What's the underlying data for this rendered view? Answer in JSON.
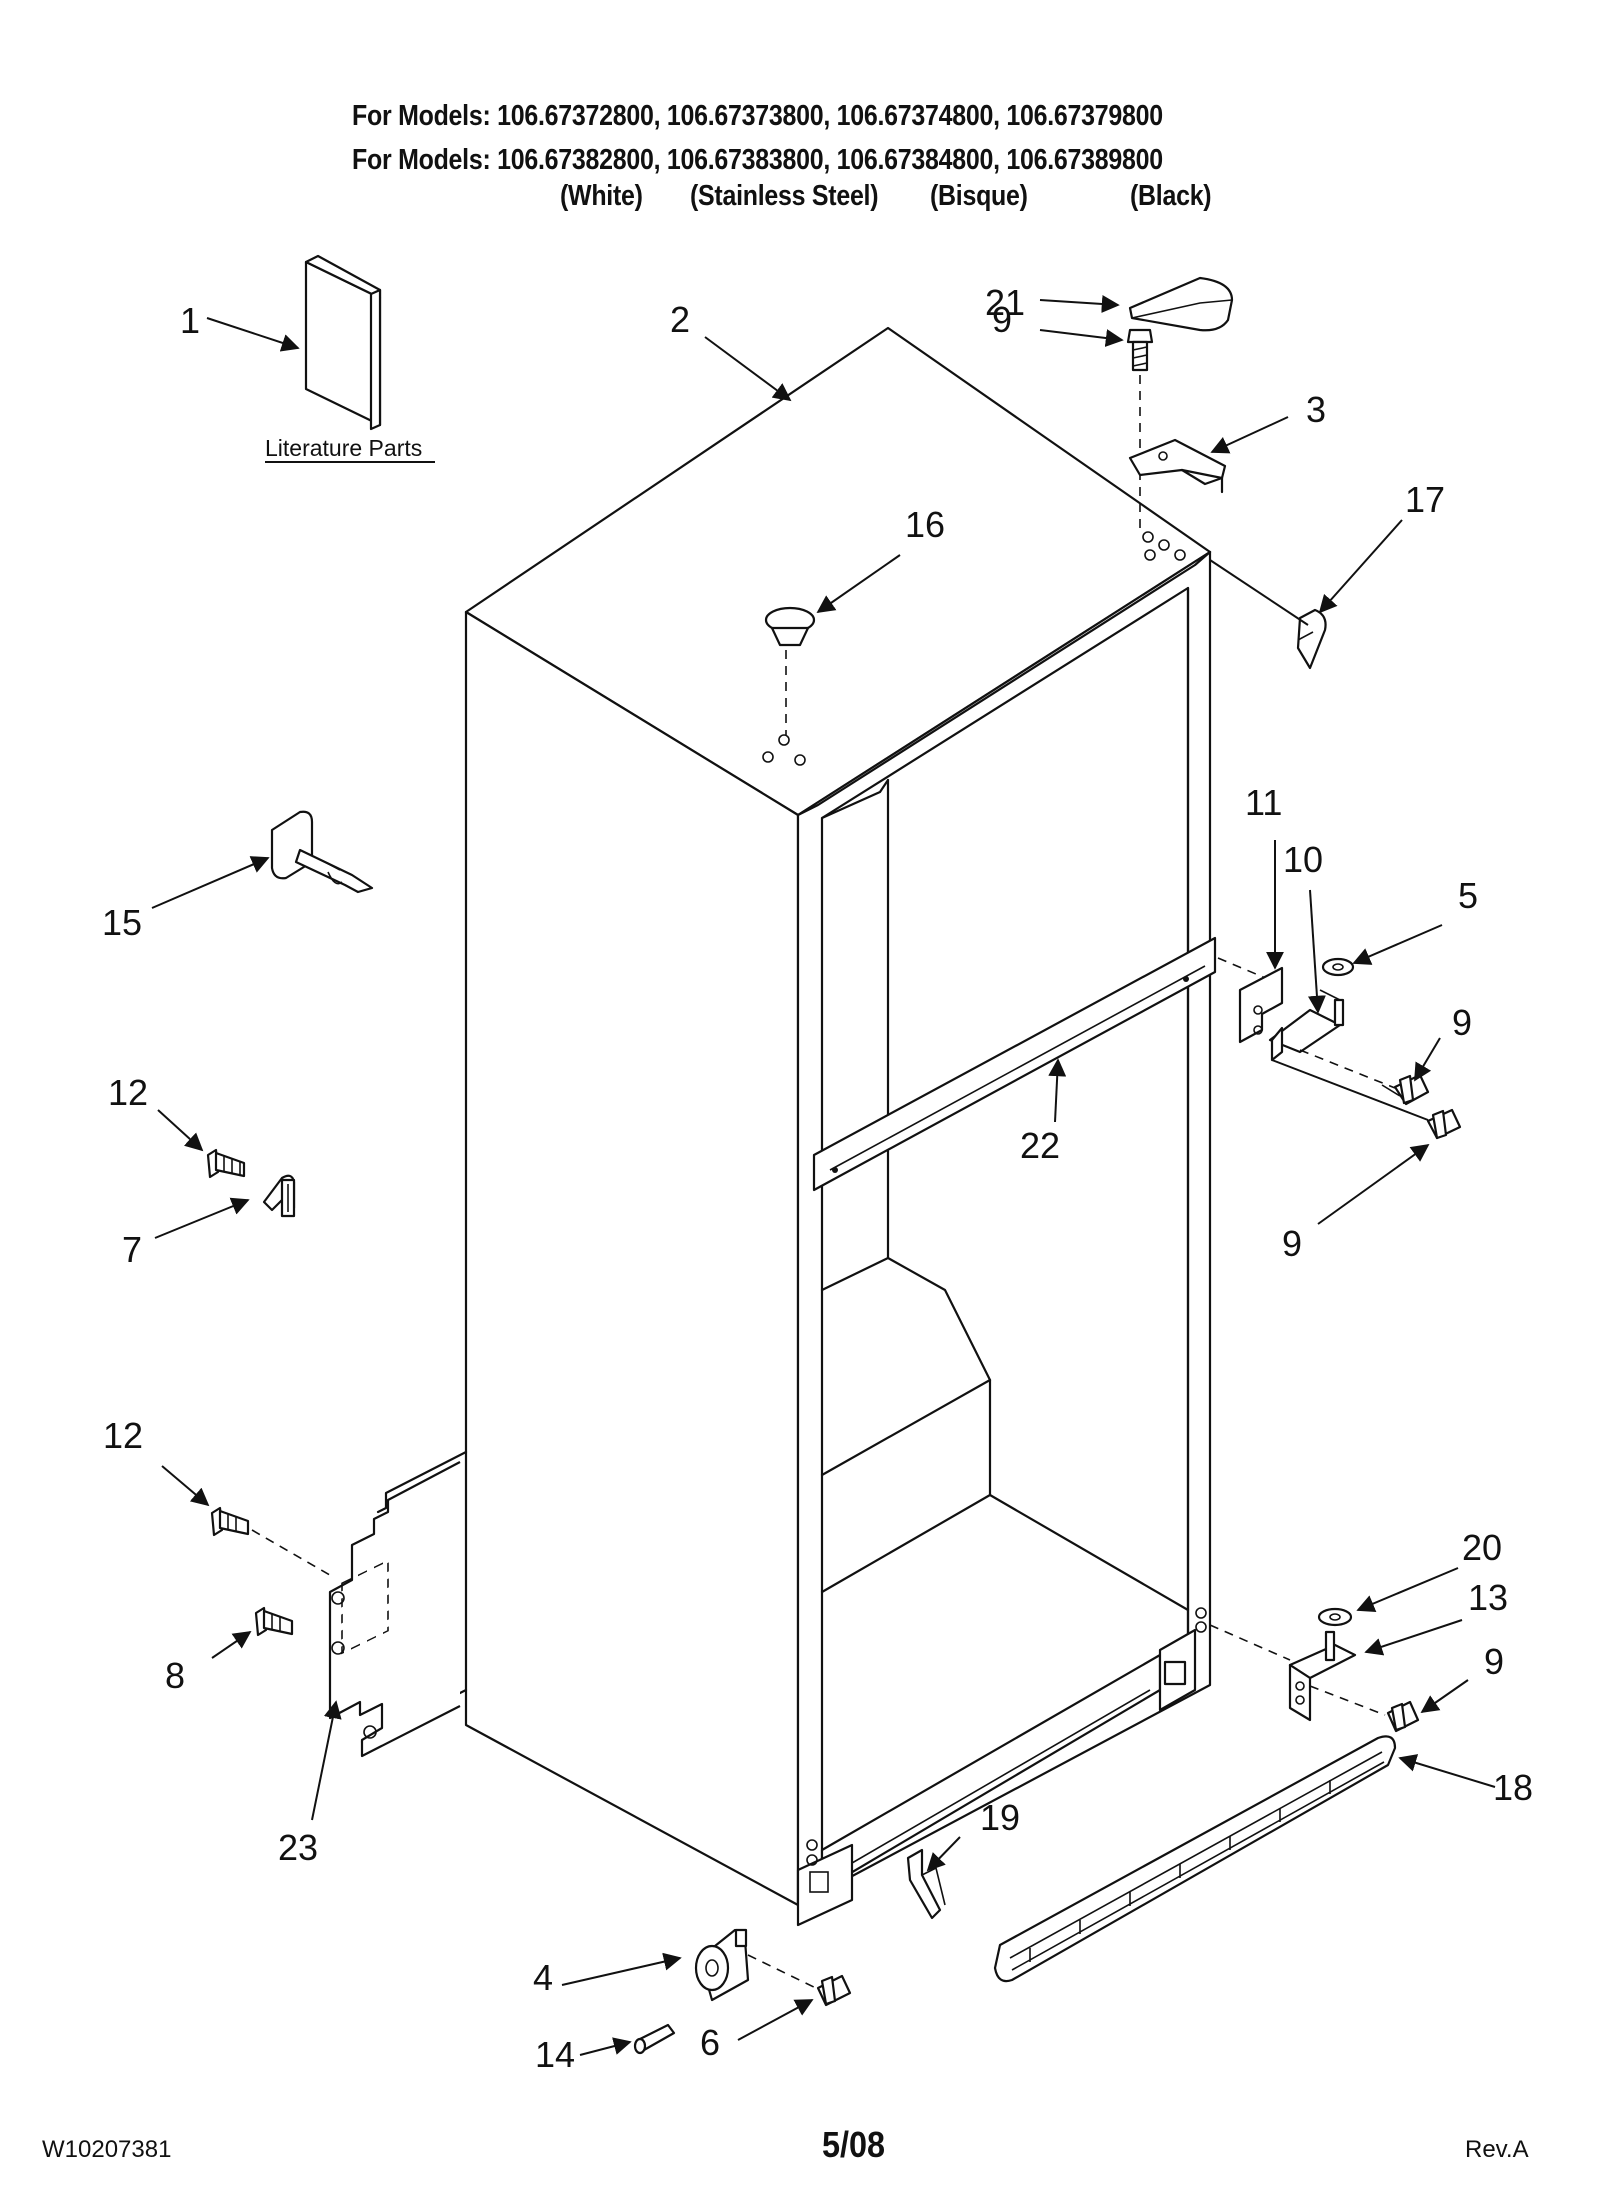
{
  "header": {
    "line1": "For Models: 106.67372800, 106.67373800, 106.67374800, 106.67379800",
    "line2": "For Models: 106.67382800, 106.67383800, 106.67384800, 106.67389800",
    "colors": [
      "(White)",
      "(Stainless Steel)",
      "(Bisque)",
      "(Black)"
    ]
  },
  "literature_label": "Literature Parts",
  "callouts": {
    "c1": "1",
    "c2": "2",
    "c3": "3",
    "c4": "4",
    "c5": "5",
    "c6": "6",
    "c7": "7",
    "c8": "8",
    "c9a": "9",
    "c9b": "9",
    "c9c": "9",
    "c9d": "9",
    "c10": "10",
    "c11": "11",
    "c12a": "12",
    "c12b": "12",
    "c13": "13",
    "c14": "14",
    "c15": "15",
    "c16": "16",
    "c17": "17",
    "c18": "18",
    "c19": "19",
    "c20": "20",
    "c21": "21",
    "c22": "22",
    "c23": "23"
  },
  "footer": {
    "doc_number": "W10207381",
    "date": "5/08",
    "revision": "Rev.A"
  }
}
